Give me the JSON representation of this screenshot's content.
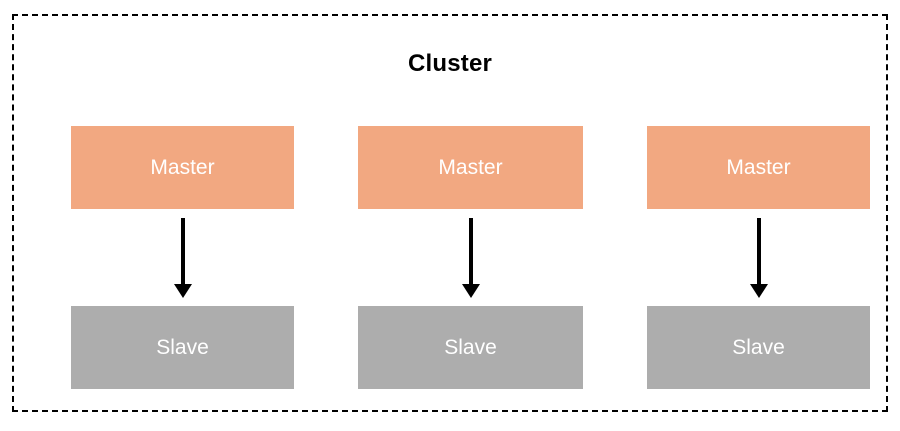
{
  "diagram": {
    "title": "Cluster",
    "columns": [
      {
        "master_label": "Master",
        "slave_label": "Slave"
      },
      {
        "master_label": "Master",
        "slave_label": "Slave"
      },
      {
        "master_label": "Master",
        "slave_label": "Slave"
      }
    ],
    "colors": {
      "master_fill": "#F2A881",
      "slave_fill": "#ADADAD",
      "node_text": "#FFFFFF",
      "title_text": "#000000",
      "border": "#000000",
      "arrow": "#000000"
    }
  }
}
